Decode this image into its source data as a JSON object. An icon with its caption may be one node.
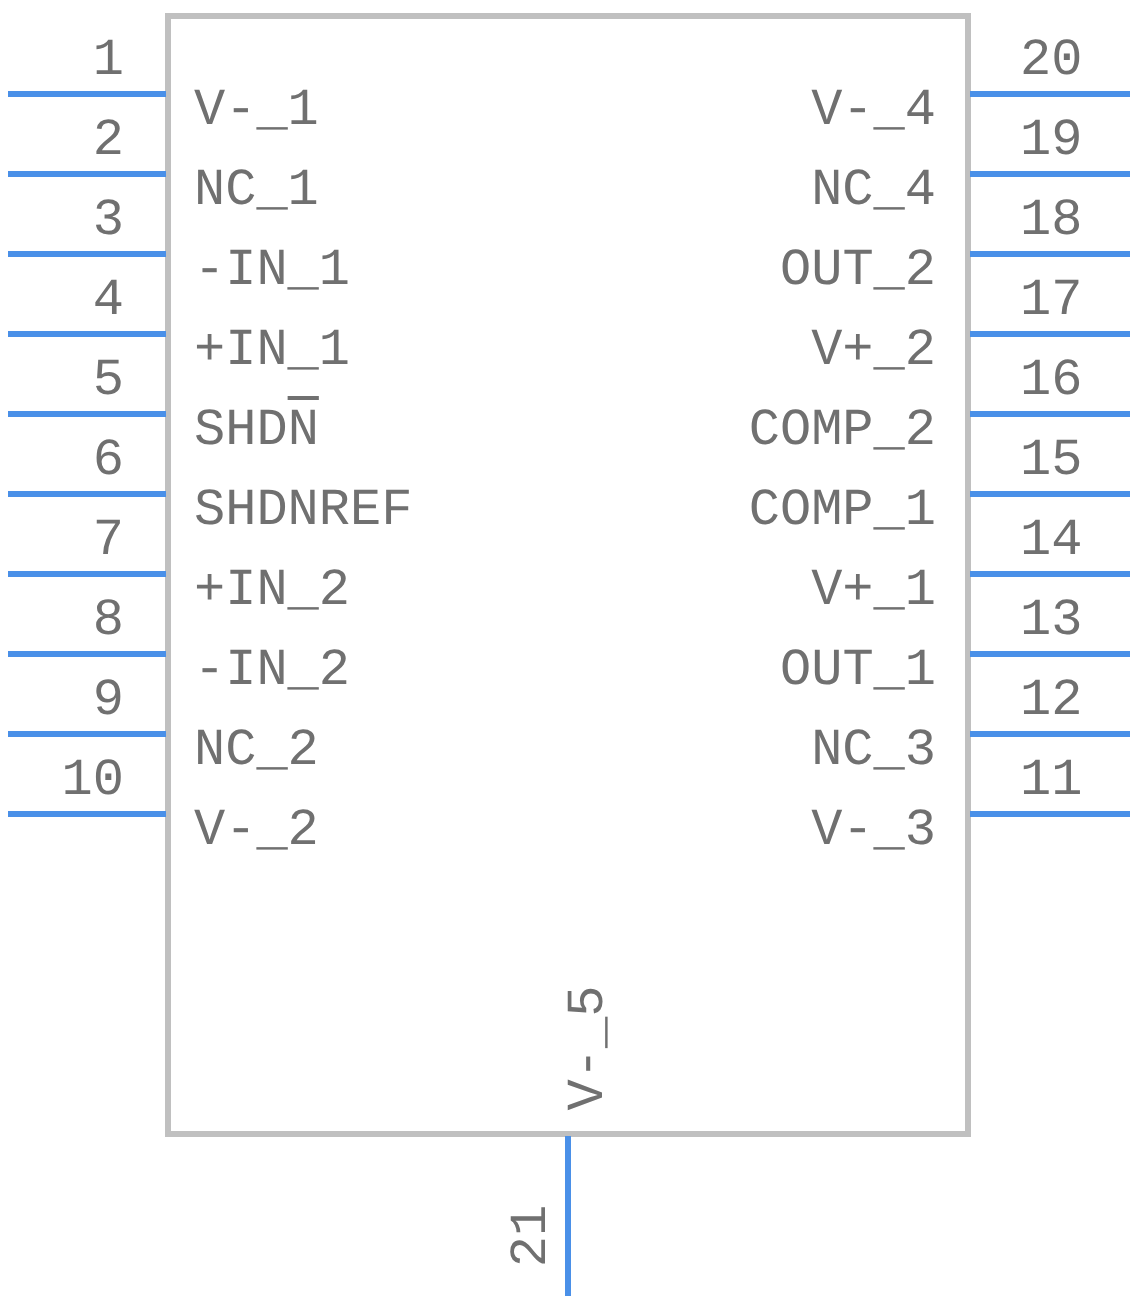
{
  "diagram": {
    "nodes": [
      {
        "text": [],
        "shape": "box"
      }
    ],
    "labels": [
      "1",
      "V-_1",
      "2",
      "NC_1",
      "3",
      "-IN_1",
      "4",
      "+IN_1",
      "5",
      "SHDN",
      "6",
      "SHDNREF",
      "7",
      "+IN_2",
      "8",
      "-IN_2",
      "9",
      "NC_2",
      "10",
      "V-_2",
      "11",
      "V-_3",
      "12",
      "NC_3",
      "13",
      "OUT_1",
      "14",
      "V+_1",
      "15",
      "COMP_1",
      "16",
      "COMP_2",
      "17",
      "V+_2",
      "18",
      "OUT_2",
      "19",
      "NC_4",
      "20",
      "V-_4",
      "21",
      "V-_5"
    ]
  }
}
